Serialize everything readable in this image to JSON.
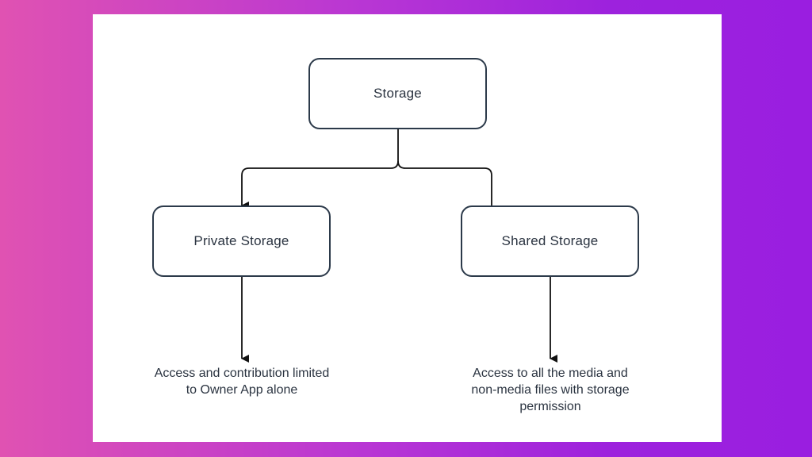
{
  "diagram": {
    "root": {
      "label": "Storage"
    },
    "children": [
      {
        "label": "Private Storage",
        "description": "Access and contribution limited to Owner App alone"
      },
      {
        "label": "Shared Storage",
        "description": "Access to all the media and non-media files with storage permission"
      }
    ]
  },
  "colors": {
    "background_gradient_start": "#e052b2",
    "background_gradient_end": "#9a1ee0",
    "panel": "#ffffff",
    "node_border": "#2c3a4a",
    "text": "#2a3340"
  }
}
